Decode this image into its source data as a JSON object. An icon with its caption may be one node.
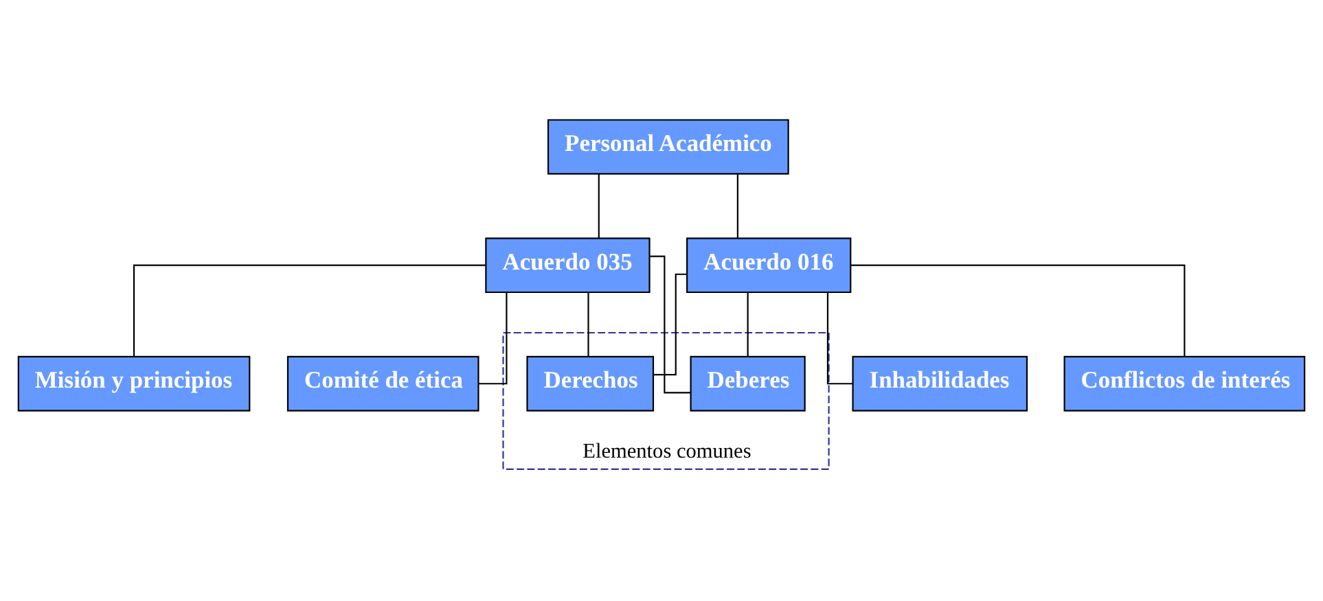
{
  "diagram": {
    "nodes": [
      {
        "text": [
          "Personal Académico"
        ]
      },
      {
        "text": [
          "Acuerdo 035"
        ]
      },
      {
        "text": [
          "Acuerdo 016"
        ]
      },
      {
        "text": [
          "Misión y principios"
        ]
      },
      {
        "text": [
          "Comité de ética"
        ]
      },
      {
        "text": [
          "Elementos comunes"
        ]
      },
      {
        "text": [
          "Deberes"
        ],
        "in": 5
      },
      {
        "text": [
          "Derechos"
        ],
        "in": 5
      },
      {
        "text": [
          "Inhabilidades"
        ]
      },
      {
        "text": [
          "Conflictos de interés"
        ]
      }
    ],
    "edges": [
      {
        "from": 0,
        "to": 1,
        "arrow": "none"
      },
      {
        "from": 0,
        "to": 2,
        "arrow": "none"
      },
      {
        "from": 1,
        "to": 3,
        "arrow": "none"
      },
      {
        "from": 1,
        "to": 4,
        "arrow": "none"
      },
      {
        "from": 1,
        "to": 6,
        "arrow": "none"
      },
      {
        "from": 1,
        "to": 7,
        "arrow": "none"
      },
      {
        "from": 2,
        "to": 6,
        "arrow": "none"
      },
      {
        "from": 2,
        "to": 7,
        "arrow": "none"
      },
      {
        "from": 2,
        "to": 8,
        "arrow": "none"
      },
      {
        "from": 2,
        "to": 9,
        "arrow": "none"
      }
    ]
  }
}
